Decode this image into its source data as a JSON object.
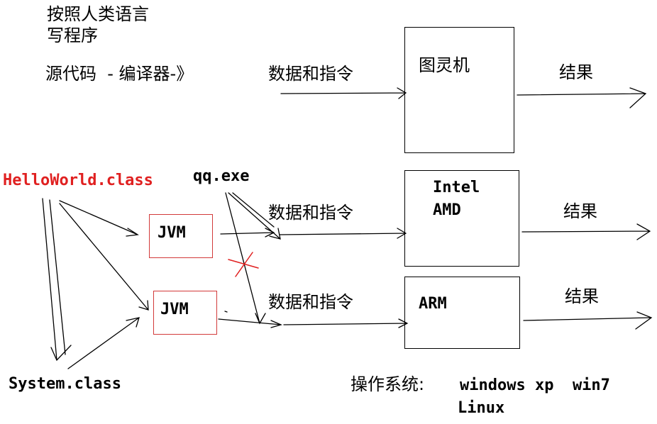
{
  "texts": {
    "line1": "按照人类语言",
    "line2": "写程序",
    "source_line": "源代码  - 编译器-》",
    "data_cmd_1": "数据和指令",
    "data_cmd_2": "数据和指令",
    "data_cmd_3": "数据和指令",
    "turing": "图灵机",
    "result_1": "结果",
    "result_2": "结果",
    "result_3": "结果",
    "hello_class": "HelloWorld.class",
    "qq_exe": "qq.exe",
    "jvm_1": "JVM",
    "jvm_2": "JVM",
    "intel": "Intel",
    "amd": "AMD",
    "arm": "ARM",
    "system_class": "System.class",
    "os_label": "操作系统:",
    "os_list": "windows xp  win7",
    "linux": "Linux"
  },
  "colors": {
    "ink": "#000000",
    "red": "#e02020",
    "box_red": "#d23a3a"
  }
}
